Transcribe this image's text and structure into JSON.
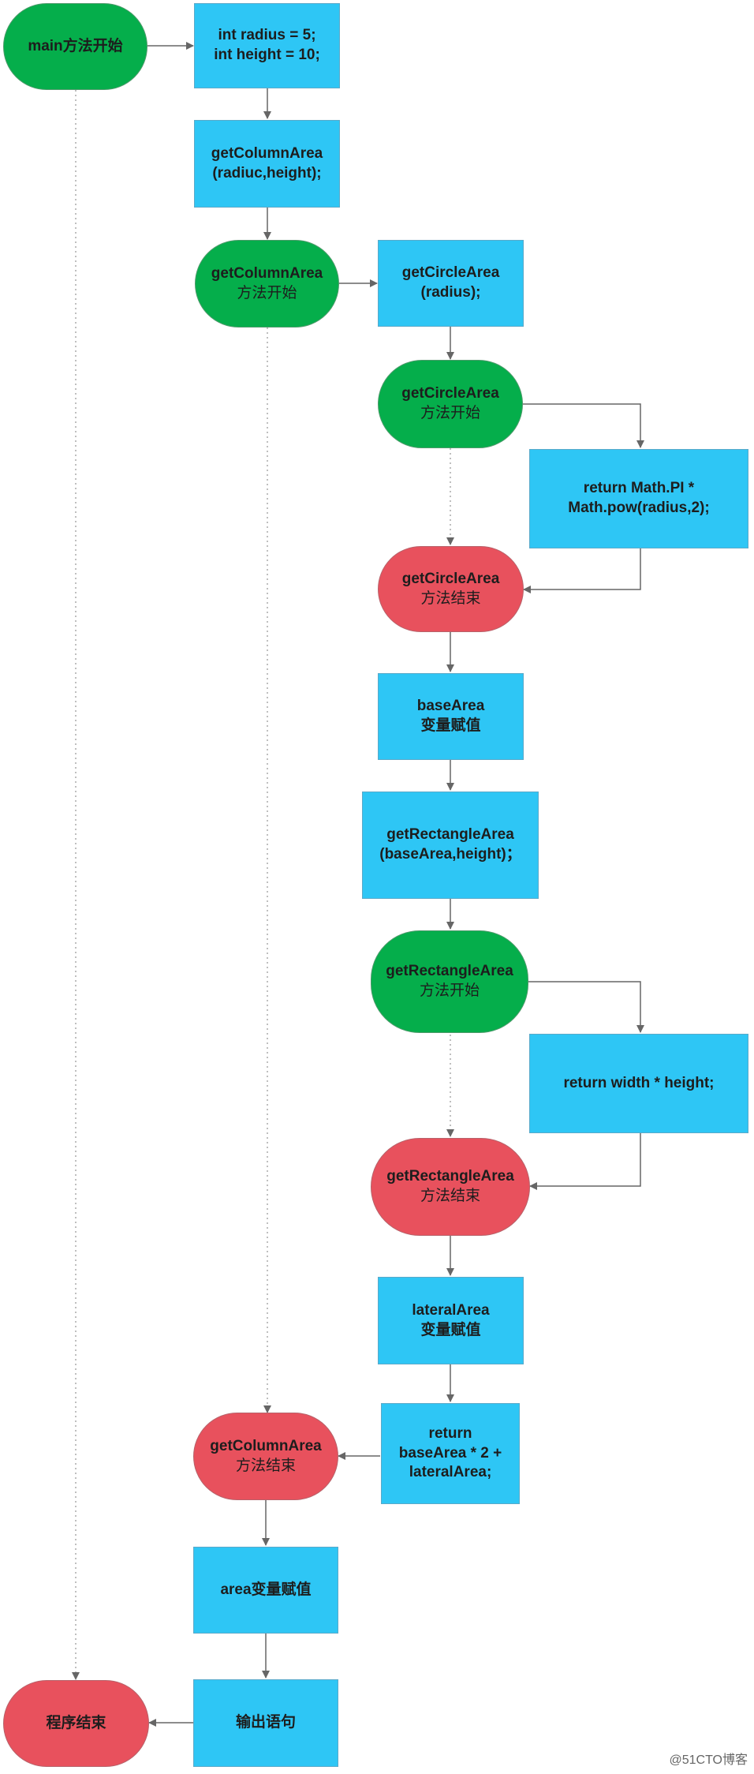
{
  "nodes": {
    "main_start": {
      "line1": "main方法开始"
    },
    "init_vars": {
      "line1": "int radius = 5;",
      "line2": "int height = 10;"
    },
    "call_column": {
      "line1": "getColumnArea",
      "line2": "(radiuc,height);"
    },
    "column_start": {
      "line1": "getColumnArea",
      "line2": "方法开始"
    },
    "call_circle": {
      "line1": "getCircleArea",
      "line2": "(radius);"
    },
    "circle_start": {
      "line1": "getCircleArea",
      "line2": "方法开始"
    },
    "circle_return": {
      "line1": "return Math.PI *",
      "line2": "Math.pow(radius,2);"
    },
    "circle_end": {
      "line1": "getCircleArea",
      "line2": "方法结束"
    },
    "base_assign": {
      "line1": "baseArea",
      "line2": "变量赋值"
    },
    "call_rect": {
      "line1": "getRectangleArea",
      "line2": "(baseArea,height)；"
    },
    "rect_start": {
      "line1": "getRectangleArea",
      "line2": "方法开始"
    },
    "rect_return": {
      "line1": "return width * height;"
    },
    "rect_end": {
      "line1": "getRectangleArea",
      "line2": "方法结束"
    },
    "lateral_assign": {
      "line1": "lateralArea",
      "line2": "变量赋值"
    },
    "column_return": {
      "line1": "return",
      "line2": "baseArea * 2 +",
      "line3": "lateralArea;"
    },
    "column_end": {
      "line1": "getColumnArea",
      "line2": "方法结束"
    },
    "area_assign": {
      "line1": "area变量赋值"
    },
    "output": {
      "line1": "输出语句"
    },
    "program_end": {
      "line1": "程序结束"
    }
  },
  "watermark": "@51CTO博客",
  "colors": {
    "process": "#2ec6f5",
    "method_start": "#05ae4b",
    "method_end": "#e8515d",
    "arrow": "#666666",
    "dotted": "#aaaaaa"
  }
}
